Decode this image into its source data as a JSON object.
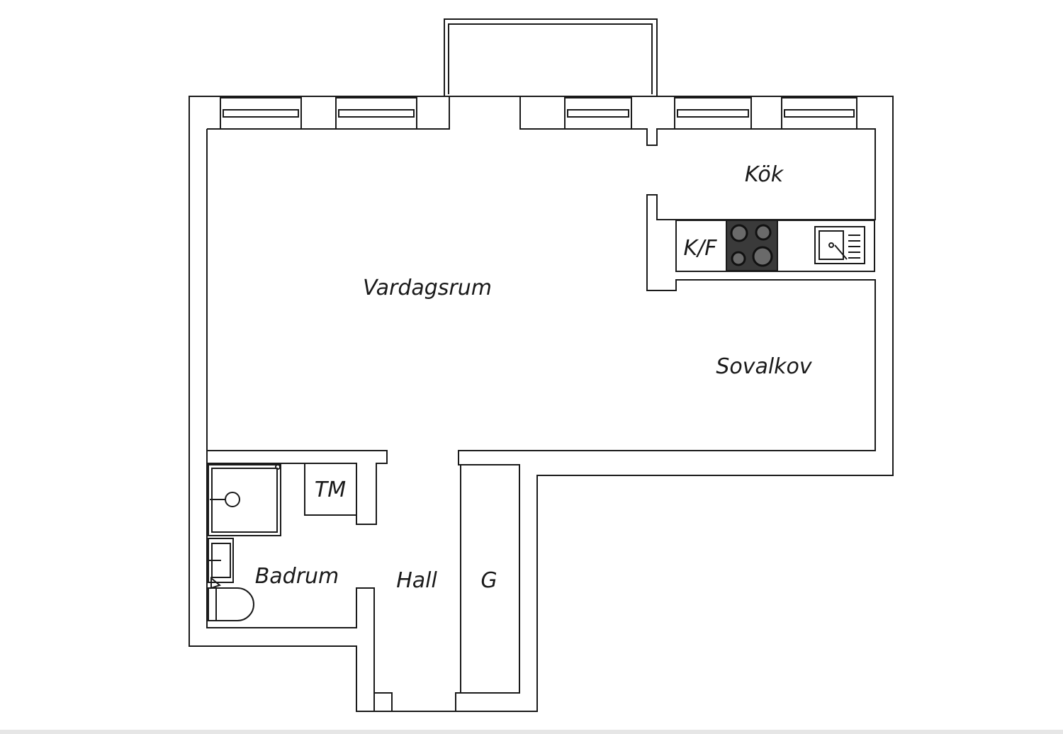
{
  "rooms": {
    "kok": "Kök",
    "kf": "K/F",
    "vardagsrum": "Vardagsrum",
    "sovalkov": "Sovalkov",
    "tm": "TM",
    "badrum": "Badrum",
    "hall": "Hall",
    "g": "G"
  },
  "colors": {
    "wall": "#1a1a1a",
    "background": "#ffffff",
    "stove": "#3a3a3a",
    "burner": "#6a6a6a"
  }
}
